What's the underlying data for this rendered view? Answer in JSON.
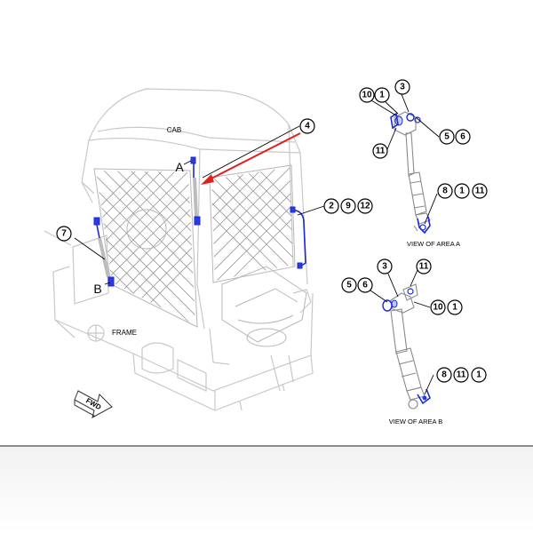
{
  "labels": {
    "cab": "CAB",
    "frame": "FRAME",
    "area_a_letter": "A",
    "area_b_letter": "B",
    "view_a": "VIEW OF AREA A",
    "view_b": "VIEW OF AREA B",
    "fwd": "FWD"
  },
  "callouts": {
    "c4": "4",
    "c7": "7",
    "c2": "2",
    "c9": "9",
    "c12": "12",
    "a_10": "10",
    "a_1": "1",
    "a_3": "3",
    "a_5": "5",
    "a_6": "6",
    "a_11": "11",
    "a_8": "8",
    "a_1b": "1",
    "a_11b": "11",
    "b_5": "5",
    "b_6": "6",
    "b_3": "3",
    "b_11": "11",
    "b_10": "10",
    "b_1": "1",
    "b_8": "8",
    "b_11b": "11",
    "b_1b": "1"
  },
  "colors": {
    "highlight_part": "#1a2bd6",
    "arrow": "#e0201a",
    "linework": "#c8c8c8"
  }
}
